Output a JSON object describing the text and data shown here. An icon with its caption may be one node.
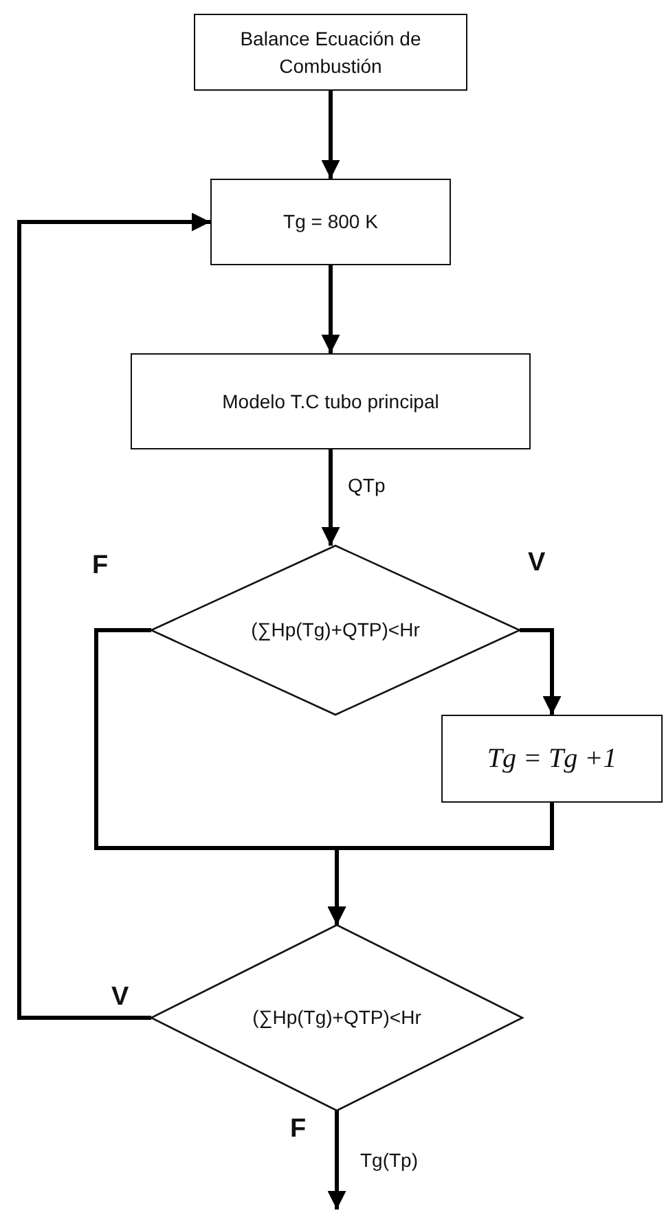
{
  "diagram": {
    "nodes": [
      {
        "text": [
          "Balance Ecuación de Combustión"
        ]
      },
      {
        "text": [
          "Tg = 800 K"
        ]
      },
      {
        "text": [
          "Modelo T.C tubo principal"
        ]
      },
      {
        "text": [
          "(∑Hp(Tg)+QTP)<Hr"
        ]
      },
      {
        "text": [
          "Tg = Tg +1"
        ]
      },
      {
        "text": [
          "(∑Hp(Tg)+QTP)<Hr"
        ]
      }
    ],
    "edges": [
      {
        "from": 0,
        "to": 1,
        "arrow": "to"
      },
      {
        "from": 1,
        "to": 2,
        "arrow": "to"
      },
      {
        "from": 2,
        "to": 3,
        "arrow": "to",
        "label": "QTp"
      },
      {
        "from": 3,
        "to": 4,
        "arrow": "to",
        "label": "V"
      },
      {
        "from": 3,
        "to": 5,
        "arrow": "to",
        "label": "F"
      },
      {
        "from": 4,
        "to": 5,
        "arrow": "to"
      },
      {
        "from": 5,
        "to": 1,
        "arrow": "to",
        "label": "V"
      },
      {
        "from": 5,
        "to": null,
        "arrow": "to",
        "label": "F"
      }
    ],
    "labels": [
      "Tg(Tp)"
    ]
  }
}
